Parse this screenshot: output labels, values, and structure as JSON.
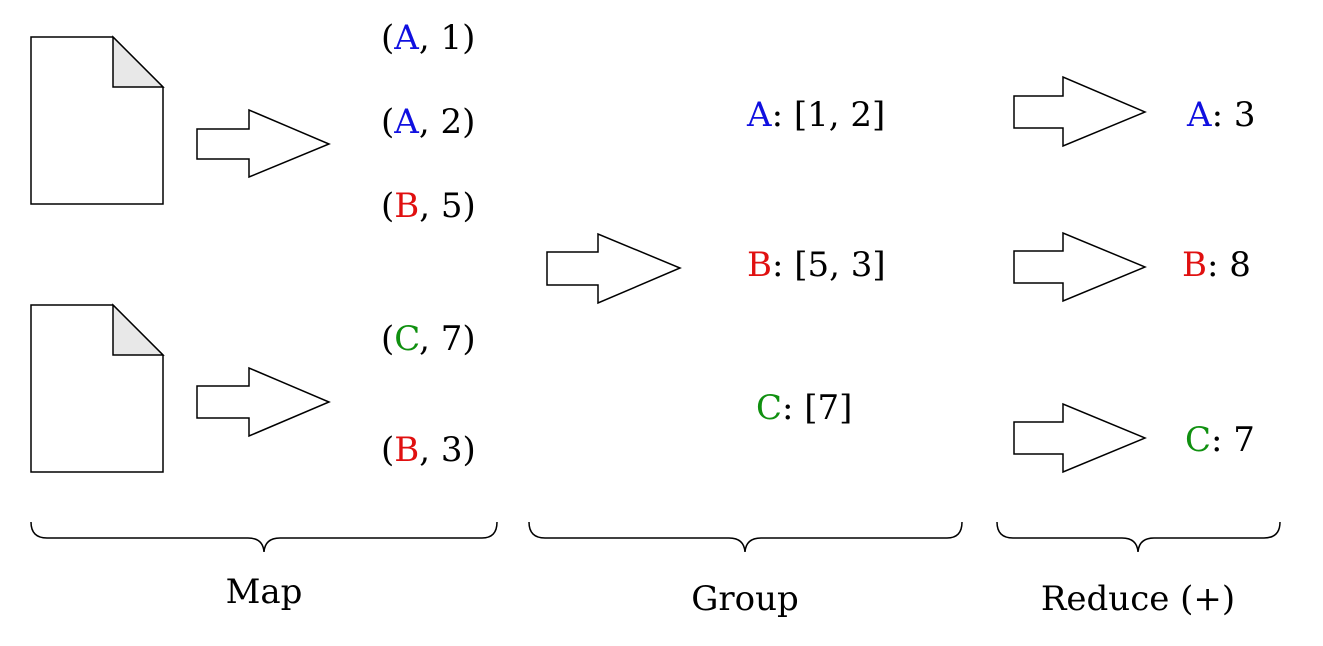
{
  "colors": {
    "key_a": "#1010e0",
    "key_b": "#e01010",
    "key_c": "#109010",
    "stroke": "#000000",
    "page_fold": "#e8e8e8"
  },
  "icons": [
    "document-icon",
    "arrow-icon",
    "brace-icon"
  ],
  "map": {
    "pairs": [
      {
        "open": "(",
        "key": "A",
        "sep": ", ",
        "value": "1",
        "close": ")"
      },
      {
        "open": "(",
        "key": "A",
        "sep": ", ",
        "value": "2",
        "close": ")"
      },
      {
        "open": "(",
        "key": "B",
        "sep": ", ",
        "value": "5",
        "close": ")"
      },
      {
        "open": "(",
        "key": "C",
        "sep": ", ",
        "value": "7",
        "close": ")"
      },
      {
        "open": "(",
        "key": "B",
        "sep": ", ",
        "value": "3",
        "close": ")"
      }
    ],
    "label": "Map"
  },
  "group": {
    "entries": [
      {
        "key": "A",
        "rest": ": [1, 2]"
      },
      {
        "key": "B",
        "rest": ": [5, 3]"
      },
      {
        "key": "C",
        "rest": ": [7]"
      }
    ],
    "label": "Group"
  },
  "reduce": {
    "entries": [
      {
        "key": "A",
        "rest": ": 3"
      },
      {
        "key": "B",
        "rest": ": 8"
      },
      {
        "key": "C",
        "rest": ": 7"
      }
    ],
    "label": "Reduce (+)"
  }
}
